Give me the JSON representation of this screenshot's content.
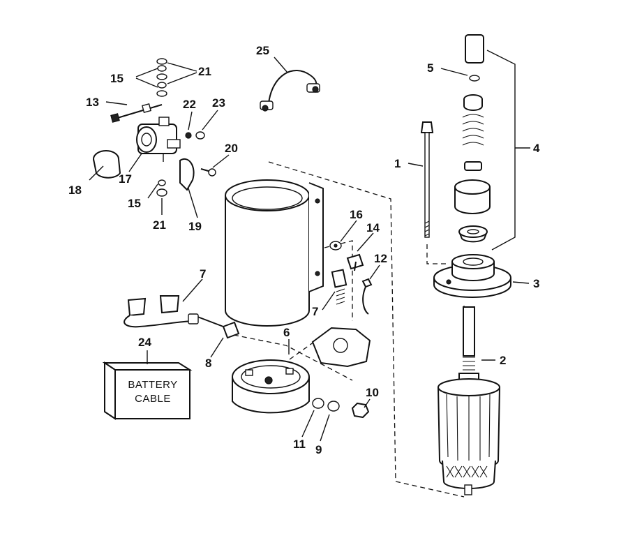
{
  "callouts": [
    {
      "id": "1",
      "label": "1"
    },
    {
      "id": "2",
      "label": "2"
    },
    {
      "id": "3",
      "label": "3"
    },
    {
      "id": "4",
      "label": "4"
    },
    {
      "id": "5",
      "label": "5"
    },
    {
      "id": "6",
      "label": "6"
    },
    {
      "id": "7a",
      "label": "7"
    },
    {
      "id": "7b",
      "label": "7"
    },
    {
      "id": "8",
      "label": "8"
    },
    {
      "id": "9",
      "label": "9"
    },
    {
      "id": "10",
      "label": "10"
    },
    {
      "id": "11",
      "label": "11"
    },
    {
      "id": "12",
      "label": "12"
    },
    {
      "id": "13",
      "label": "13"
    },
    {
      "id": "14",
      "label": "14"
    },
    {
      "id": "15a",
      "label": "15"
    },
    {
      "id": "15b",
      "label": "15"
    },
    {
      "id": "16",
      "label": "16"
    },
    {
      "id": "17",
      "label": "17"
    },
    {
      "id": "18",
      "label": "18"
    },
    {
      "id": "19",
      "label": "19"
    },
    {
      "id": "20",
      "label": "20"
    },
    {
      "id": "21a",
      "label": "21"
    },
    {
      "id": "21b",
      "label": "21"
    },
    {
      "id": "22",
      "label": "22"
    },
    {
      "id": "23",
      "label": "23"
    },
    {
      "id": "24",
      "label": "24"
    },
    {
      "id": "25",
      "label": "25"
    }
  ],
  "battery_box": {
    "line1": "BATTERY",
    "line2": "CABLE"
  }
}
